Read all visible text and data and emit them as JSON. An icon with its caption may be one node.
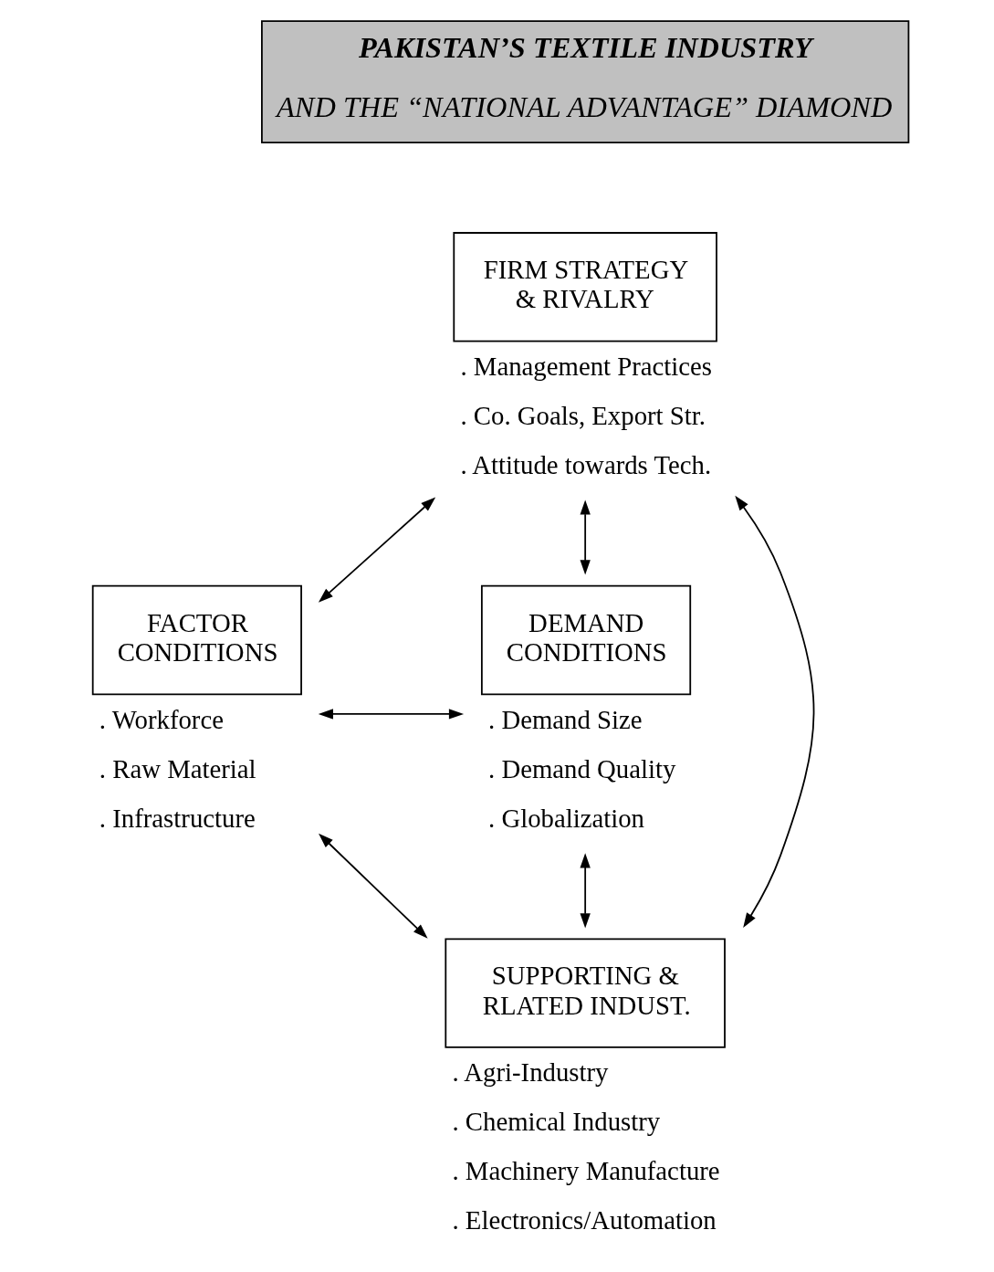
{
  "diagram": {
    "nodes": [
      {
        "text": [
          "PAKISTAN’S TEXTILE INDUSTRY",
          "AND THE “NATIONAL ADVANTAGE” DIAMOND"
        ]
      },
      {
        "text": [
          "FIRM STRATEGY & RIVALRY"
        ],
        "beside": [
          ". Management Practices",
          ". Co. Goals, Export Str.",
          ". Attitude towards Tech."
        ]
      },
      {
        "text": [
          "FACTOR CONDITIONS"
        ],
        "beside": [
          ". Workforce",
          ". Raw Material",
          ". Infrastructure"
        ]
      },
      {
        "text": [
          "DEMAND CONDITIONS"
        ],
        "beside": [
          ". Demand Size",
          ". Demand Quality",
          ". Globalization"
        ]
      },
      {
        "text": [
          "SUPPORTING & RLATED INDUST."
        ],
        "beside": [
          ". Agri-Industry",
          ". Chemical Industry",
          ". Machinery Manufacture",
          ". Electronics/Automation"
        ]
      }
    ],
    "edges": [
      {
        "from": 1,
        "to": 2,
        "arrow": "both"
      },
      {
        "from": 1,
        "to": 3,
        "arrow": "both"
      },
      {
        "from": 2,
        "to": 3,
        "arrow": "both"
      },
      {
        "from": 1,
        "to": 4,
        "arrow": "both"
      },
      {
        "from": 2,
        "to": 4,
        "arrow": "both"
      },
      {
        "from": 3,
        "to": 4,
        "arrow": "both"
      }
    ]
  }
}
